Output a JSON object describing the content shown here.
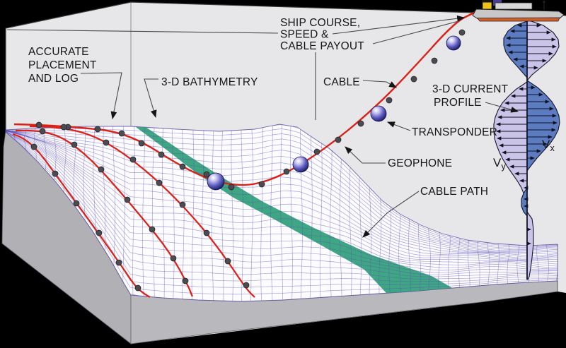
{
  "figure": {
    "labels": {
      "ship_course": {
        "lines": [
          "SHIP COURSE,",
          "SPEED &",
          "CABLE PAYOUT"
        ]
      },
      "accurate_placement": {
        "lines": [
          "ACCURATE",
          "PLACEMENT",
          "AND LOG"
        ]
      },
      "bathymetry": "3-D BATHYMETRY",
      "cable": "CABLE",
      "current_profile": {
        "lines": [
          "3-D CURRENT",
          "PROFILE"
        ]
      },
      "transponder": "TRANSPONDER",
      "geophone": "GEOPHONE",
      "cable_path": "CABLE PATH",
      "vx": {
        "base": "V",
        "sub": "x"
      },
      "vy": {
        "base": "V",
        "sub": "y"
      }
    },
    "colors": {
      "background": "#000000",
      "back_wall": "#e7e6e8",
      "left_cut_face": "#b1b0b5",
      "front_face": "#b9b8bd",
      "mesh_fill": "#fcfbfe",
      "mesh_line": "#6258b9",
      "cable_red": "#dd2016",
      "corridor_green": "#2f9e79",
      "geophone_dot": "#4b4b52",
      "current_blue": "#5c7cc2",
      "current_lavender": "#cbc4e9",
      "ship_hull": "#c8c8c8",
      "ship_stripe": "#cf5f2c",
      "ship_funnel": "#efc31b",
      "text": "#161616"
    }
  }
}
